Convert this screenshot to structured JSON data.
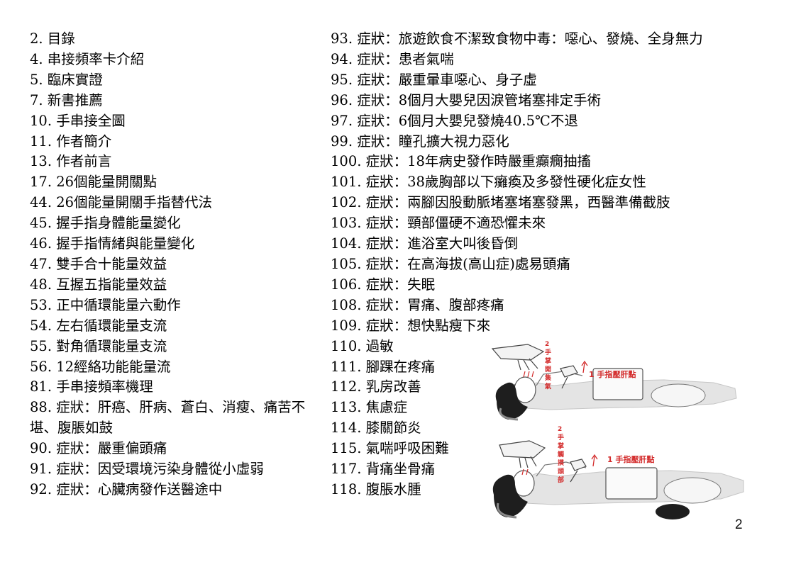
{
  "left_entries": [
    "2. 目錄",
    "4. 串接頻率卡介紹",
    "5. 臨床實證",
    "7. 新書推薦",
    "10. 手串接全圖",
    "11. 作者簡介",
    "13. 作者前言",
    "17. 26個能量開關點",
    "44. 26個能量開關手指替代法",
    "45. 握手指身體能量變化",
    "46. 握手指情緒與能量變化",
    "47. 雙手合十能量效益",
    "48. 互握五指能量效益",
    "53. 正中循環能量六動作",
    "54. 左右循環能量支流",
    "55. 對角循環能量支流",
    "56. 12經絡功能能量流",
    "81. 手串接頻率機理",
    "88. 症狀：肝癌、肝病、蒼白、消瘦、痛苦不堪、腹脹如鼓",
    "90. 症狀：嚴重偏頭痛",
    "91. 症狀：因受環境污染身體從小虛弱",
    "92. 症狀：心臟病發作送醫途中"
  ],
  "right_entries": [
    "93. 症狀：旅遊飲食不潔致食物中毒：噁心、發燒、全身無力",
    "94. 症狀：患者氣喘",
    "95. 症狀：嚴重暈車噁心、身子虛",
    "96. 症狀：8個月大嬰兒因淚管堵塞排定手術",
    "97. 症狀：6個月大嬰兒發燒40.5℃不退",
    "99. 症狀：瞳孔擴大視力惡化",
    "100. 症狀：18年病史發作時嚴重癲癇抽搐",
    "101. 症狀：38歲胸部以下癱瘓及多發性硬化症女性",
    "102. 症狀：兩腳因股動脈堵塞堵塞發黑，西醫準備截肢",
    "103. 症狀：頸部僵硬不適恐懼未來",
    "104. 症狀：進浴室大叫後昏倒",
    "105. 症狀：在高海拔(高山症)處易頭痛",
    "106. 症狀：失眠",
    "108. 症狀：胃痛、腹部疼痛",
    "109. 症狀：想快點瘦下來",
    "110. 過敏",
    "111. 腳踝在疼痛",
    "112. 乳房改善",
    "113. 焦慮症",
    "114. 膝關節炎",
    "115. 氣喘呼吸困難",
    "117. 背痛坐骨痛",
    "118. 腹脹水腫"
  ],
  "illustration_top": {
    "vertical_label": [
      "2",
      "手",
      "掌",
      "開",
      "集",
      "氣"
    ],
    "caption": "1 手指壓肝點"
  },
  "illustration_bottom": {
    "vertical_label": [
      "2",
      "手",
      "掌",
      "觸",
      "摸",
      "頭",
      "部"
    ],
    "caption": "1 手指壓肝點"
  },
  "page_number": "2",
  "colors": {
    "text": "#000000",
    "annotation": "#d32a2a",
    "figure_body": "#e4e4e4",
    "pillow": "#1e1e1e"
  }
}
